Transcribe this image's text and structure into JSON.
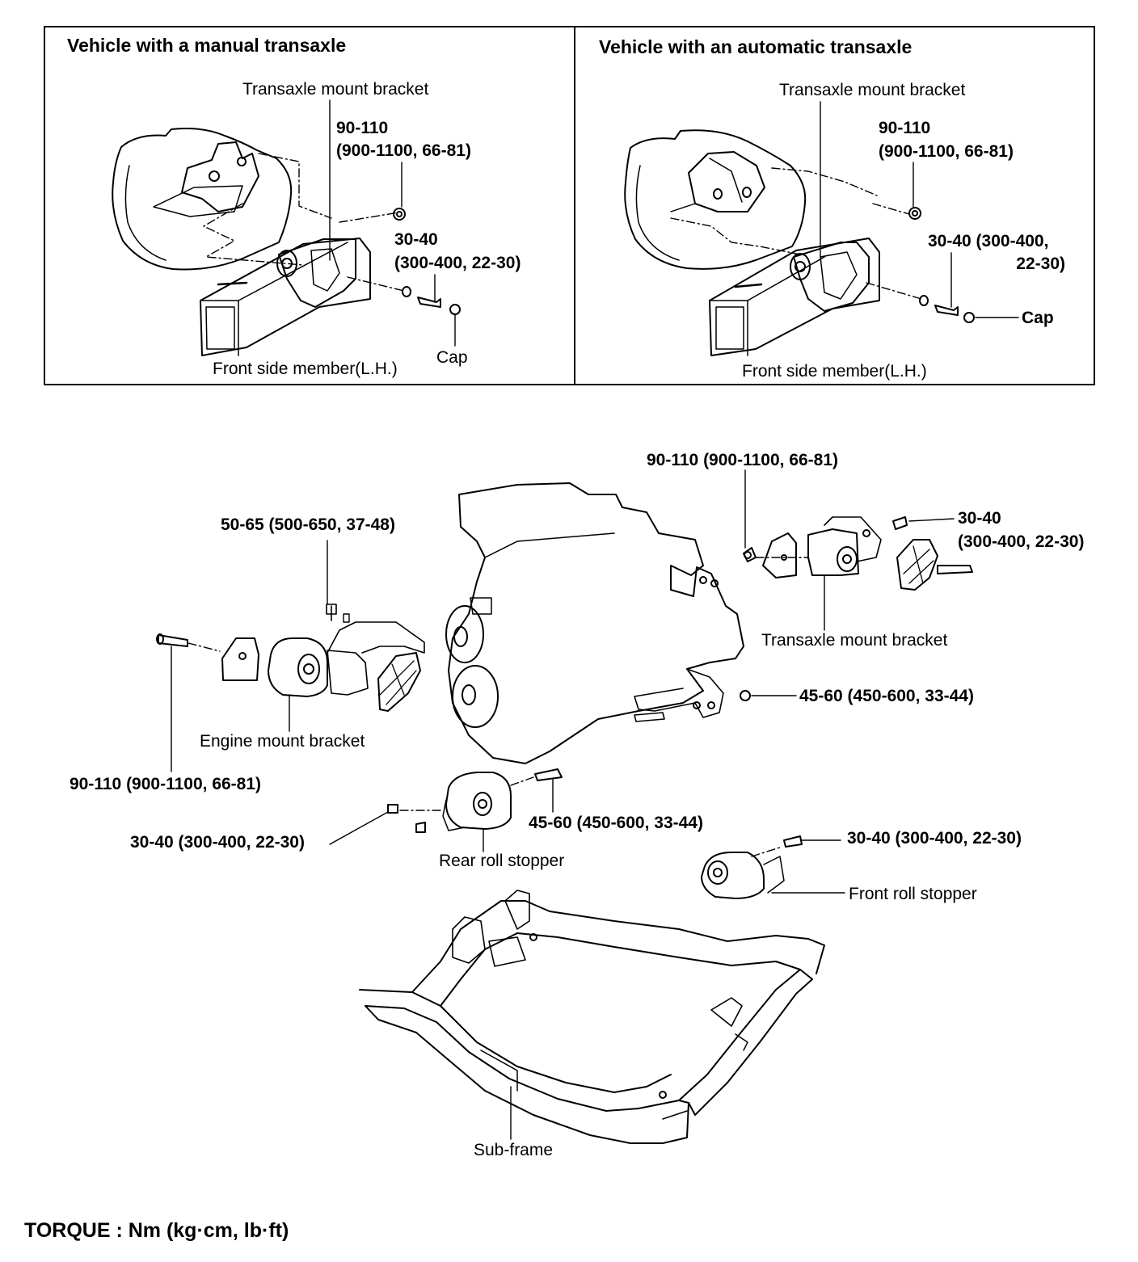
{
  "panels": {
    "manual": {
      "title": "Vehicle with a manual transaxle",
      "bracket_label": "Transaxle mount bracket",
      "torque_nut_1": "90-110",
      "torque_nut_2": "(900-1100, 66-81)",
      "torque_bolt_1": "30-40",
      "torque_bolt_2": "(300-400, 22-30)",
      "cap": "Cap",
      "member": "Front side member(L.H.)"
    },
    "automatic": {
      "title": "Vehicle with an automatic transaxle",
      "bracket_label": "Transaxle mount bracket",
      "torque_nut_1": "90-110",
      "torque_nut_2": "(900-1100, 66-81)",
      "torque_bolt_1": "30-40 (300-400,",
      "torque_bolt_2": "22-30)",
      "cap": "Cap",
      "member": "Front side member(L.H.)"
    }
  },
  "main": {
    "trans_nut_torque": "90-110 (900-1100, 66-81)",
    "trans_bolt_torque_1": "30-40",
    "trans_bolt_torque_2": "(300-400, 22-30)",
    "trans_bracket": "Transaxle mount bracket",
    "engine_bracket_bolt": "50-65 (500-650, 37-48)",
    "right_bolt_torque": "45-60 (450-600, 33-44)",
    "engine_bracket": "Engine mount bracket",
    "engine_through_bolt": "90-110 (900-1100, 66-81)",
    "rear_bolt_left": "30-40 (300-400, 22-30)",
    "rear_bolt_right": "45-60 (450-600, 33-44)",
    "rear_stopper": "Rear roll stopper",
    "front_bolt": "30-40 (300-400, 22-30)",
    "front_stopper": "Front roll stopper",
    "subframe": "Sub-frame"
  },
  "footer": {
    "torque_units": "TORQUE : Nm (kg·cm, lb·ft)"
  }
}
